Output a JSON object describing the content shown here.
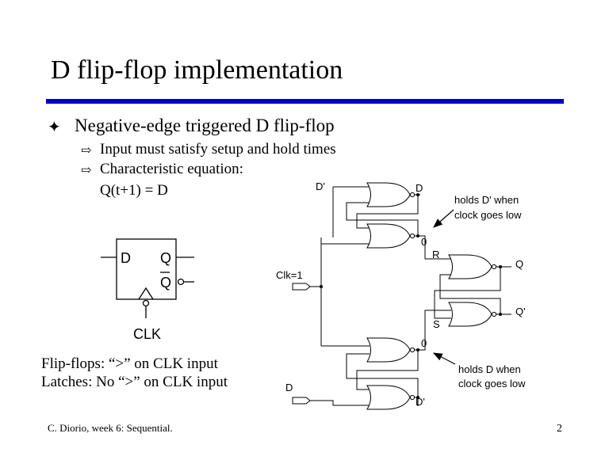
{
  "slide": {
    "title": "D flip-flop implementation",
    "bullet_main": "Negative-edge triggered D flip-flop",
    "sub1": "Input must satisfy setup and hold times",
    "sub2": "Characteristic equation:",
    "equation": "Q(t+1) = D",
    "notes_line1": "Flip-flops: “>” on CLK input",
    "notes_line2": "Latches: No “>” on CLK input",
    "footer": "C. Diorio, week 6: Sequential.",
    "page": "2"
  },
  "symbol": {
    "d_label": "D",
    "q_label": "Q",
    "qbar_label": "Q",
    "clk_label": "CLK"
  },
  "circuit": {
    "d_prime_top": "D'",
    "d_top": "D",
    "zero_top": "0",
    "r_label": "R",
    "q_out": "Q",
    "clk_input": "Clk=1",
    "q_prime_out": "Q'",
    "s_label": "S",
    "zero_bottom": "0",
    "d_input": "D",
    "d_prime_bottom": "D'",
    "note_top_line1": "holds D' when",
    "note_top_line2": "clock goes low",
    "note_bottom_line1": "holds D when",
    "note_bottom_line2": "clock goes low"
  }
}
